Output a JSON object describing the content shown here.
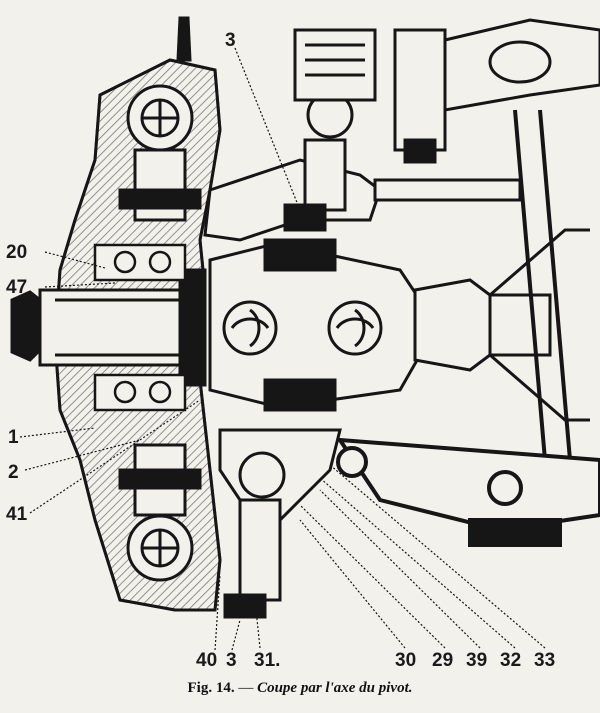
{
  "labels": {
    "top": "3",
    "l20": "20",
    "l47": "47",
    "l1": "1",
    "l2": "2",
    "l41": "41",
    "l40": "40",
    "l3b": "3",
    "l31": "31.",
    "l30": "30",
    "l29": "29",
    "l39": "39",
    "l32": "32",
    "l33": "33"
  },
  "caption": {
    "fig": "Fig. 14.",
    "dash": " — ",
    "text": "Coupe par l'axe du pivot."
  },
  "colors": {
    "ink": "#161616",
    "paper": "#f3f1ec"
  }
}
